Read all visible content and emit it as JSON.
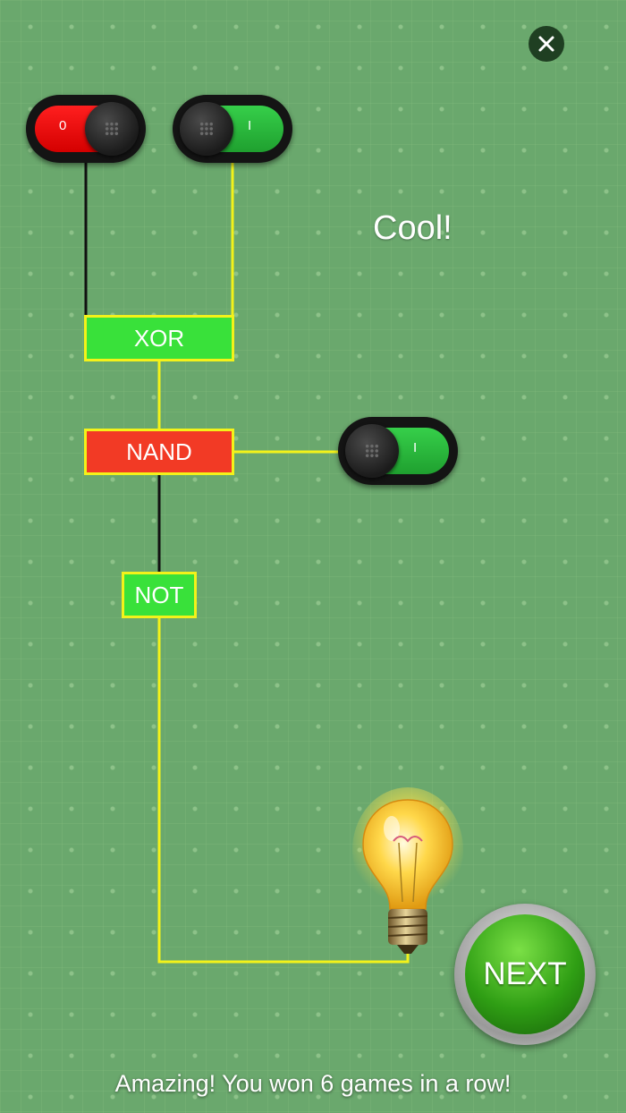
{
  "game": {
    "feedback": "Cool!",
    "footer_message": "Amazing! You won 6 games in a row!"
  },
  "controls": {
    "close_icon": "close-icon",
    "next_label": "NEXT"
  },
  "switches": [
    {
      "label": "0",
      "state": "off"
    },
    {
      "label": "I",
      "state": "on"
    },
    {
      "label": "I",
      "state": "on"
    }
  ],
  "gates": [
    {
      "label": "XOR",
      "output": "on"
    },
    {
      "label": "NAND",
      "output": "off"
    },
    {
      "label": "NOT",
      "output": "on"
    }
  ],
  "bulb": {
    "icon": "light-bulb-icon",
    "lit": true
  },
  "colors": {
    "background": "#6aa86d",
    "wire_active": "#f3f21a",
    "wire_inactive": "#111111",
    "gate_true": "#39e13a",
    "gate_false": "#f23a25",
    "switch_on": "#2bbd3c",
    "switch_off": "#ee1111"
  }
}
